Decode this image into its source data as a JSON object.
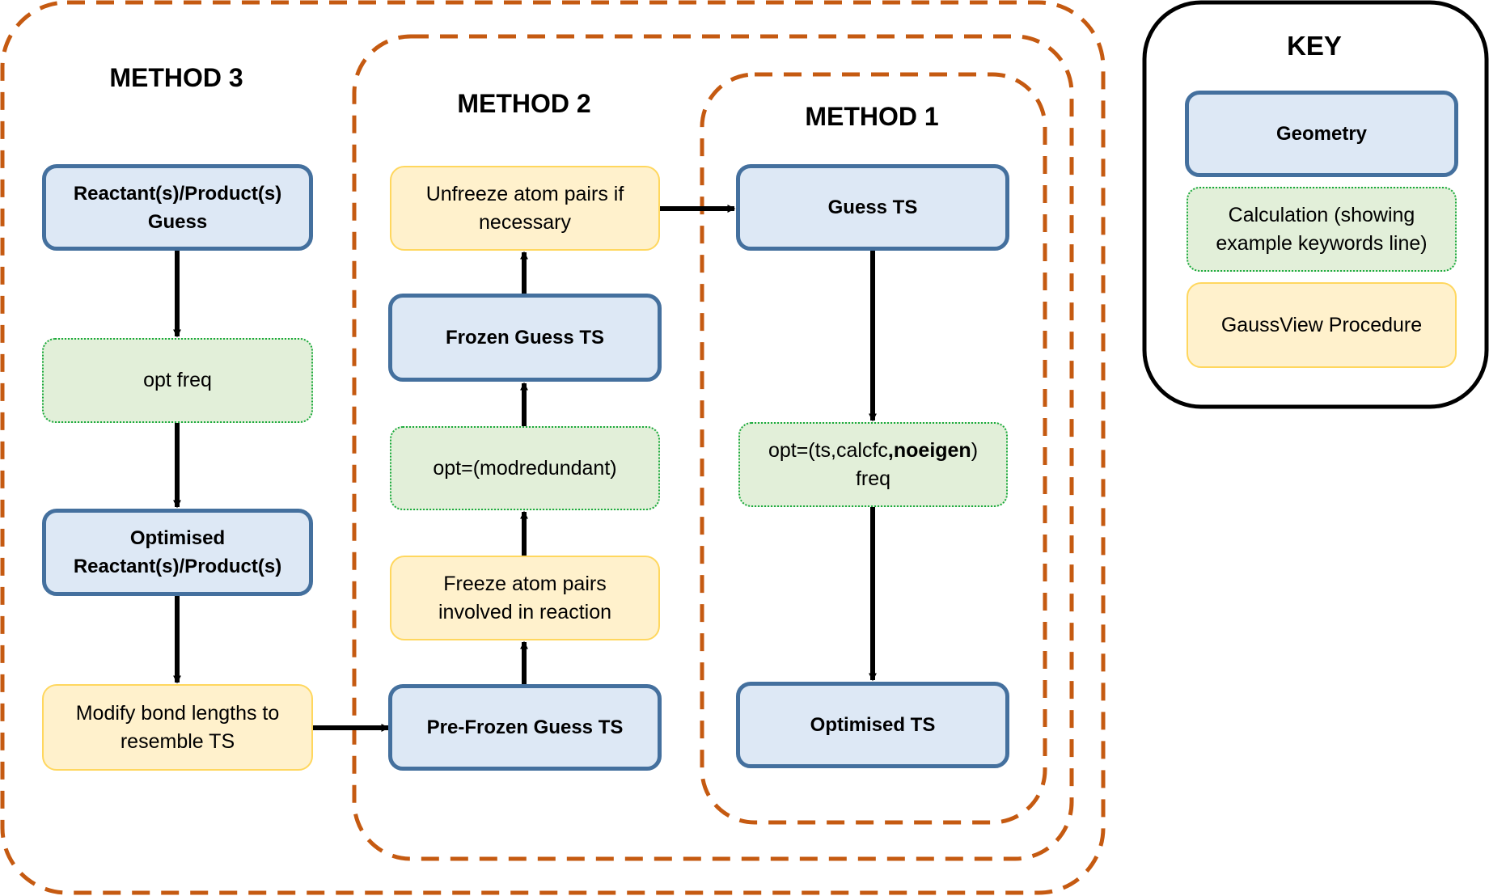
{
  "diagram": {
    "groups": [
      {
        "id": "method3",
        "title": "METHOD 3"
      },
      {
        "id": "method2",
        "title": "METHOD 2"
      },
      {
        "id": "method1",
        "title": "METHOD 1"
      }
    ],
    "nodes": {
      "m3_guess": {
        "line1": "Reactant(s)/Product(s)",
        "line2": "Guess",
        "type": "geometry"
      },
      "m3_calc": {
        "text": "opt freq",
        "type": "calculation"
      },
      "m3_opt": {
        "line1": "Optimised",
        "line2": "Reactant(s)/Product(s)",
        "type": "geometry"
      },
      "m3_modify": {
        "line1": "Modify bond lengths to",
        "line2": "resemble TS",
        "type": "gaussview"
      },
      "m2_prefrozen": {
        "text": "Pre-Frozen Guess TS",
        "type": "geometry"
      },
      "m2_freeze": {
        "line1": "Freeze atom pairs",
        "line2": "involved in reaction",
        "type": "gaussview"
      },
      "m2_calc": {
        "text": "opt=(modredundant)",
        "type": "calculation"
      },
      "m2_frozen": {
        "text": "Frozen Guess TS",
        "type": "geometry"
      },
      "m2_unfreeze": {
        "line1": "Unfreeze atom pairs if",
        "line2": "necessary",
        "type": "gaussview"
      },
      "m1_guess": {
        "text": "Guess TS",
        "type": "geometry"
      },
      "m1_calc": {
        "part1": "opt=(ts,calcfc",
        "part2_bold": ",noeigen",
        "part3": ")",
        "line2": "freq",
        "type": "calculation"
      },
      "m1_opt": {
        "text": "Optimised TS",
        "type": "geometry"
      }
    },
    "edges": [
      {
        "from": "m3_guess",
        "to": "m3_calc"
      },
      {
        "from": "m3_calc",
        "to": "m3_opt"
      },
      {
        "from": "m3_opt",
        "to": "m3_modify"
      },
      {
        "from": "m3_modify",
        "to": "m2_prefrozen"
      },
      {
        "from": "m2_prefrozen",
        "to": "m2_freeze"
      },
      {
        "from": "m2_freeze",
        "to": "m2_calc"
      },
      {
        "from": "m2_calc",
        "to": "m2_frozen"
      },
      {
        "from": "m2_frozen",
        "to": "m2_unfreeze"
      },
      {
        "from": "m2_unfreeze",
        "to": "m1_guess"
      },
      {
        "from": "m1_guess",
        "to": "m1_calc"
      },
      {
        "from": "m1_calc",
        "to": "m1_opt"
      }
    ],
    "key": {
      "title": "KEY",
      "items": [
        {
          "label": "Geometry",
          "type": "geometry"
        },
        {
          "label_line1": "Calculation (showing",
          "label_line2": "example keywords line)",
          "type": "calculation"
        },
        {
          "label": "GaussView Procedure",
          "type": "gaussview"
        }
      ]
    },
    "colors": {
      "group_border": "#c55a11",
      "geometry_fill": "#dde8f5",
      "geometry_border": "#44709e",
      "calculation_fill": "#e2efd9",
      "calculation_border": "#1aaa3c",
      "gaussview_fill": "#fff1cc",
      "gaussview_border": "#ffd75e",
      "arrow": "#000000",
      "key_border": "#000000"
    }
  }
}
